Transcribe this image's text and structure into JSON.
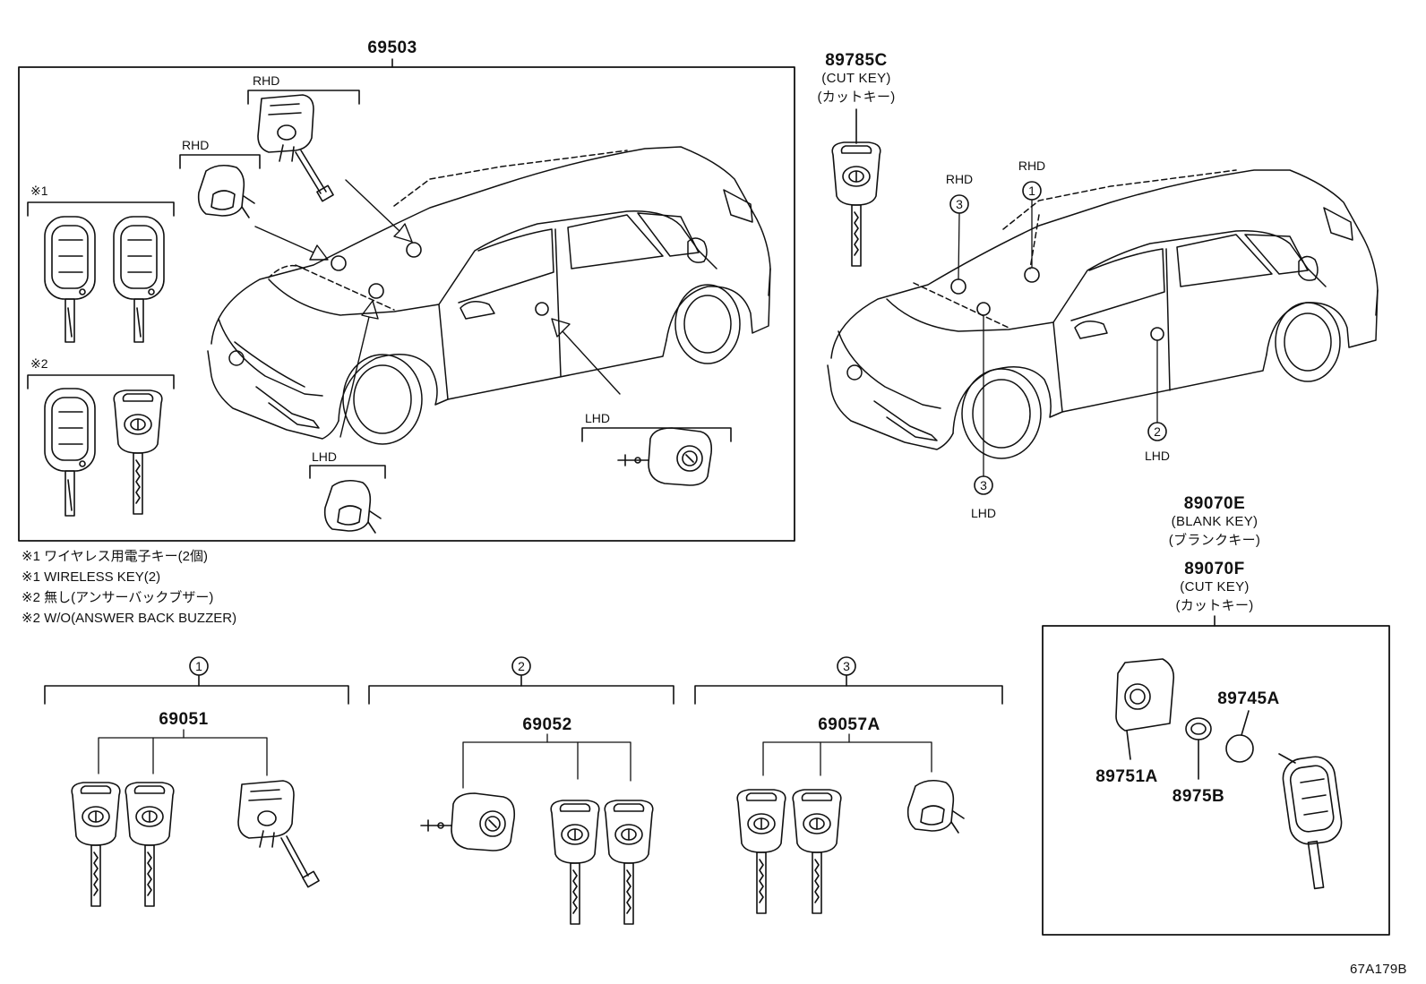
{
  "diagram_id": "67A179B",
  "assembly": {
    "part_no": "69503",
    "sub_labels": {
      "rhd_top": "RHD",
      "rhd_left": "RHD",
      "note1": "※1",
      "note2": "※2",
      "lhd_bottom": "LHD",
      "lhd_right": "LHD"
    }
  },
  "cut_key_c": {
    "part_no": "89785C",
    "desc_en": "(CUT KEY)",
    "desc_jp": "(カットキー)"
  },
  "right_car": {
    "rhd_a": "RHD",
    "rhd_b": "RHD",
    "lhd_a": "LHD",
    "lhd_b": "LHD",
    "markers": [
      "3",
      "1",
      "2",
      "3"
    ]
  },
  "blank_key": {
    "part_no": "89070E",
    "desc_en": "(BLANK KEY)",
    "desc_jp": "(ブランクキー)"
  },
  "cut_key_f": {
    "part_no": "89070F",
    "desc_en": "(CUT KEY)",
    "desc_jp": "(カットキー)"
  },
  "notes": [
    "※1 ワイヤレス用電子キー(2個)",
    "※1 WIRELESS KEY(2)",
    "※2 無し(アンサーバックブザー)",
    "※2 W/O(ANSWER BACK BUZZER)"
  ],
  "sets": [
    {
      "marker": "1",
      "part_no": "69051"
    },
    {
      "marker": "2",
      "part_no": "69052"
    },
    {
      "marker": "3",
      "part_no": "69057A"
    }
  ],
  "key_parts": {
    "case": "89751A",
    "battery_holder": "8975B",
    "battery": "89745A"
  }
}
